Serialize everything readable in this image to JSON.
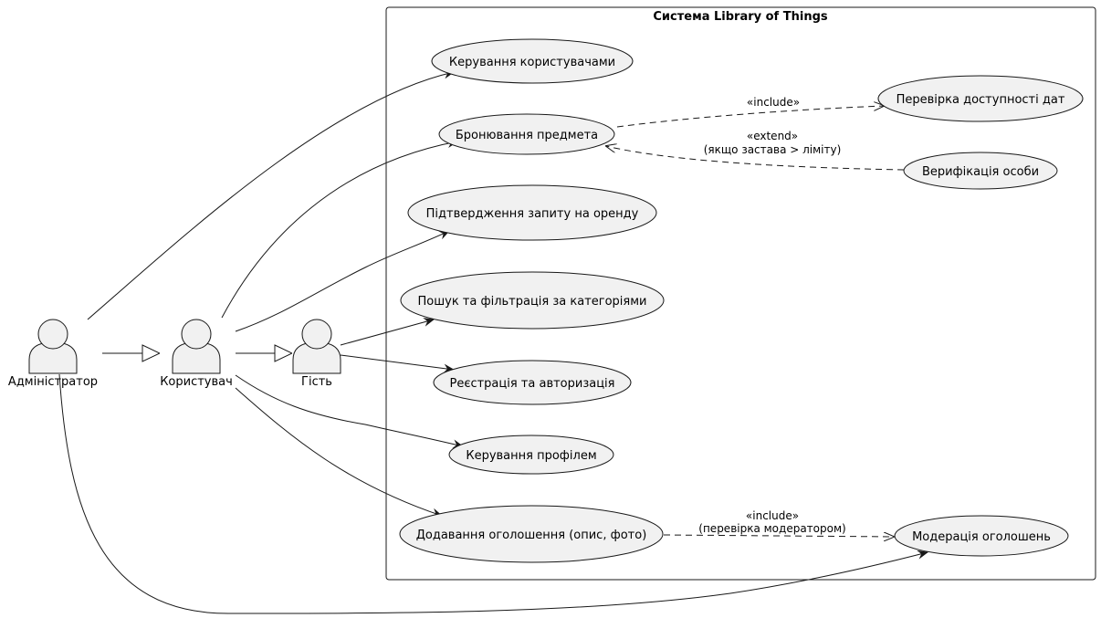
{
  "system": {
    "title": "Система Library of Things"
  },
  "actors": {
    "admin": "Адміністратор",
    "user": "Користувач",
    "guest": "Гість"
  },
  "use_cases": {
    "manage_users": "Керування користувачами",
    "booking": "Бронювання предмета",
    "check_dates": "Перевірка доступності дат",
    "verify_person": "Верифікація особи",
    "confirm_request": "Підтвердження запиту на оренду",
    "search": "Пошук та фільтрація за категоріями",
    "register": "Реєстрація та авторизація",
    "profile": "Керування профілем",
    "add_listing": "Додавання оголошення (опис, фото)",
    "moderation": "Модерація оголошень"
  },
  "relations": {
    "booking_include": "«include»",
    "booking_extend": "«extend»",
    "booking_extend_cond": "(якщо застава > ліміту)",
    "listing_include": "«include»",
    "listing_include_cond": "(перевірка модератором)"
  },
  "colors": {
    "fill": "#f1f1f1",
    "stroke": "#181818",
    "background": "#ffffff"
  }
}
